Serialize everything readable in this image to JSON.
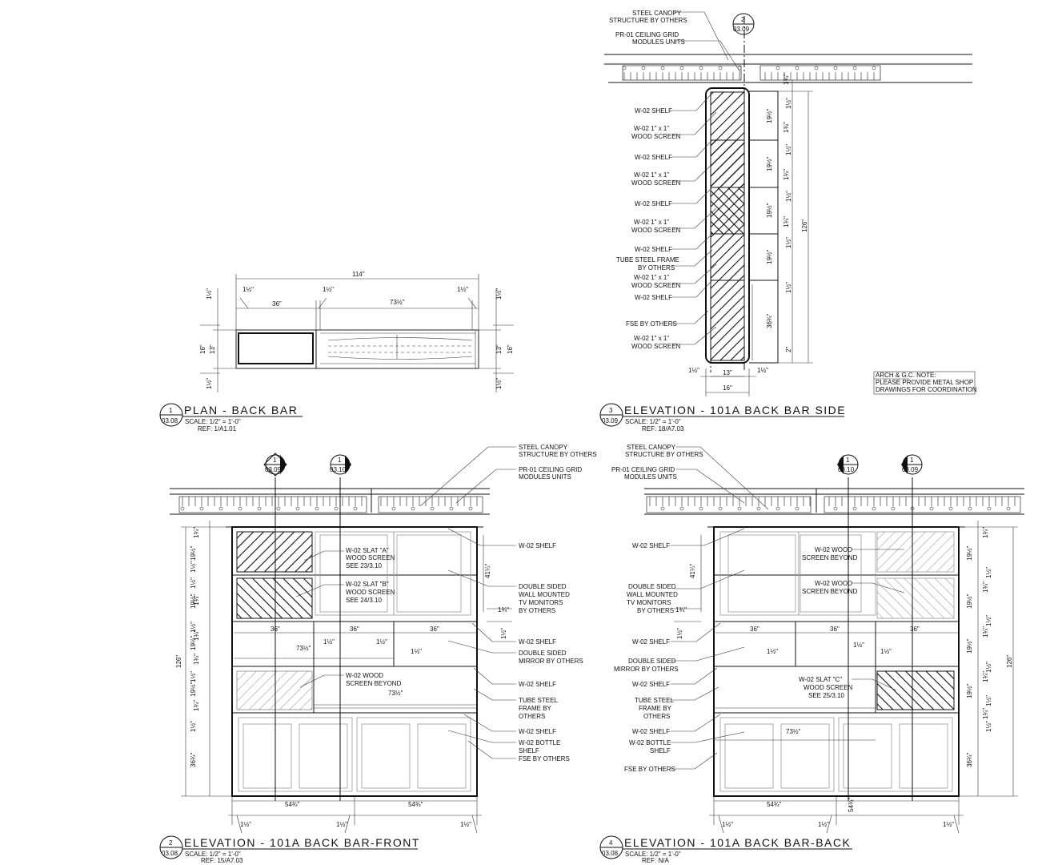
{
  "views": {
    "plan": {
      "number": "1",
      "sheet": "03.08",
      "title": "PLAN - BACK BAR",
      "scale": "SCALE: 1/2\" = 1'-0\"",
      "ref": "REF: 1/A1.01",
      "dims": {
        "overall": "114\"",
        "half_left": "1½\"",
        "half_mid": "1½\"",
        "half_right": "1½\"",
        "left_bay": "36\"",
        "right_bay": "73½\"",
        "side_top_l": "1½\"",
        "side_mid_l": "13\"",
        "side_overall_l": "16\"",
        "side_bot_l": "1½\"",
        "side_top_r": "1½\"",
        "side_mid_r": "13\"",
        "side_overall_r": "16\"",
        "side_bot_r": "1½\""
      }
    },
    "side": {
      "number": "3",
      "sheet": "03.09",
      "title": "ELEVATION - 101A BACK BAR SIDE",
      "scale": "SCALE: 1/2\" = 1'-0\"",
      "ref": "REF: 18/A7.03",
      "bubble_num": "2",
      "bubble_sheet": "03.09",
      "labels": [
        "STEEL CANOPY",
        "STRUCTURE BY OTHERS",
        "PR-01 CEILING GRID",
        "MODULES UNITS",
        "W-02 SHELF",
        "W-02 1\" x 1\"",
        "WOOD SCREEN",
        "W-02 SHELF",
        "W-02 1\" x 1\"",
        "WOOD SCREEN",
        "W-02 SHELF",
        "W-02 1\" x 1\"",
        "WOOD SCREEN",
        "W-02 SHELF",
        "TUBE STEEL FRAME",
        "BY OTHERS",
        "W-02 1\" x 1\"",
        "WOOD SCREEN",
        "W-02 SHELF",
        "FSE BY OTHERS",
        "W-02 1\" x 1\"",
        "WOOD SCREEN"
      ],
      "dims": {
        "d1": "1½\"",
        "d2": "13\"",
        "d3": "1½\"",
        "overall": "16\"",
        "tall": "126\"",
        "r1": "1¾\"",
        "r2": "1½\"",
        "r3": "19½\"",
        "r4": "1¾\"",
        "r5": "1½\"",
        "r6": "19½\"",
        "r7": "1¾\"",
        "r8": "1½\"",
        "r9": "19½\"",
        "r10": "1¾\"",
        "r11": "1½\"",
        "r12": "19½\"",
        "r13": "1½\"",
        "r14": "36¾\"",
        "r15": "2\""
      },
      "note": [
        "ARCH & G.C. NOTE:",
        "PLEASE PROVIDE METAL SHOP",
        "DRAWINGS FOR COORDINATION"
      ]
    },
    "front": {
      "number": "2",
      "sheet": "03.08",
      "title": "ELEVATION - 101A BACK BAR-FRONT",
      "scale": "SCALE: 1/2\" = 1'-0\"",
      "ref": "REF: 15/A7.03",
      "bubble1_num": "1",
      "bubble1_sheet": "03.09",
      "bubble2_num": "1",
      "bubble2_sheet": "03.10",
      "labels": {
        "canopy1": "STEEL CANOPY",
        "canopy2": "STRUCTURE BY OTHERS",
        "grid1": "PR-01 CEILING GRID",
        "grid2": "MODULES UNITS",
        "shelf_top": "W-02 SHELF",
        "slat_a1": "W-02 SLAT \"A\"",
        "slat_a2": "WOOD SCREEN",
        "slat_a3": "SEE 23/3.10",
        "slat_b1": "W-02 SLAT \"B\"",
        "slat_b2": "WOOD SCREEN",
        "slat_b3": "SEE 24/3.10",
        "tv1": "DOUBLE SIDED",
        "tv2": "WALL MOUNTED",
        "tv3": "TV MONITORS",
        "tv4": "BY OTHERS",
        "shelf2": "W-02 SHELF",
        "mir1": "DOUBLE SIDED",
        "mir2": "MIRROR BY OTHERS",
        "shelf3": "W-02 SHELF",
        "scr1": "W-02 WOOD",
        "scr2": "SCREEN BEYOND",
        "tube1": "TUBE STEEL",
        "tube2": "FRAME BY",
        "tube3": "OTHERS",
        "shelf4": "W-02 SHELF",
        "bottle1": "W-02 BOTTLE",
        "bottle2": "SHELF",
        "fse": "FSE BY OTHERS"
      },
      "dims": {
        "tv_h": "41¼\"",
        "c36a": "36\"",
        "c36b": "36\"",
        "c36c": "36\"",
        "c73a": "73½\"",
        "c73b": "73½\"",
        "h1a": "1½\"",
        "h1b": "1½\"",
        "h1c": "1½\"",
        "b54a": "54¾\"",
        "b54b": "54¾\"",
        "bot1": "1½\"",
        "bot2": "1½\"",
        "bot3": "1½\"",
        "tall": "126\"",
        "l1": "1¾\"",
        "l2": "19½\"",
        "l3": "1½\"",
        "l4": "1¾\"",
        "l5": "19½\"",
        "l6": "1½\"",
        "l7": "1¾\"",
        "l8": "19½\"",
        "l9": "1½\"",
        "l10": "1¾\"",
        "l11": "19½\"",
        "l12": "1½\"",
        "l13": "1¾\"",
        "l14": "1½\"",
        "l15": "36¾\"",
        "s1": "1¾\"",
        "s2": "1½\""
      }
    },
    "back": {
      "number": "4",
      "sheet": "03.08",
      "title": "ELEVATION - 101A BACK BAR-BACK",
      "scale": "SCALE: 1/2\" = 1'-0\"",
      "ref": "REF: N/A",
      "bubble1_num": "1",
      "bubble1_sheet": "03.10",
      "bubble2_num": "1",
      "bubble2_sheet": "03.09",
      "labels": {
        "canopy1": "STEEL CANOPY",
        "canopy2": "STRUCTURE BY OTHERS",
        "grid1": "PR-01 CEILING GRID",
        "grid2": "MODULES UNITS",
        "shelf_top": "W-02 SHELF",
        "tv1": "DOUBLE SIDED",
        "tv2": "WALL MOUNTED",
        "tv3": "TV MONITORS",
        "tv4": "BY OTHERS",
        "scr1a": "W-02 WOOD",
        "scr1b": "SCREEN BEYOND",
        "scr2a": "W-02 WOOD",
        "scr2b": "SCREEN BEYOND",
        "shelf2": "W-02 SHELF",
        "mir1": "DOUBLE SIDED",
        "mir2": "MIRROR BY OTHERS",
        "shelf3": "W-02 SHELF",
        "slat_c1": "W-02 SLAT \"C\"",
        "slat_c2": "WOOD SCREEN",
        "slat_c3": "SEE 25/3.10",
        "tube1": "TUBE STEEL",
        "tube2": "FRAME BY",
        "tube3": "OTHERS",
        "shelf4": "W-02 SHELF",
        "bottle1": "W-02 BOTTLE",
        "bottle2": "SHELF",
        "fse": "FSE BY OTHERS"
      },
      "dims": {
        "tv_h": "41¼\"",
        "c36a": "36\"",
        "c36b": "36\"",
        "c36c": "36\"",
        "c73": "73½\"",
        "h1a": "1½\"",
        "h1b": "1½\"",
        "h1c": "1½\"",
        "b54a": "54¾\"",
        "b54b": "54¾\"",
        "bot1": "1½\"",
        "bot2": "1½\"",
        "bot3": "1½\"",
        "tall": "126\"",
        "r1": "1¾\"",
        "r2": "19½\"",
        "r3": "1½\"",
        "r4": "1¾\"",
        "r5": "19½\"",
        "r6": "1½\"",
        "r7": "1¾\"",
        "r8": "19½\"",
        "r9": "1½\"",
        "r10": "1¾\"",
        "r11": "19½\"",
        "r12": "1½\"",
        "r13": "1¾\"",
        "r14": "1½\"",
        "r15": "36¾\"",
        "s1": "1¾\"",
        "s2": "1½\""
      }
    }
  }
}
